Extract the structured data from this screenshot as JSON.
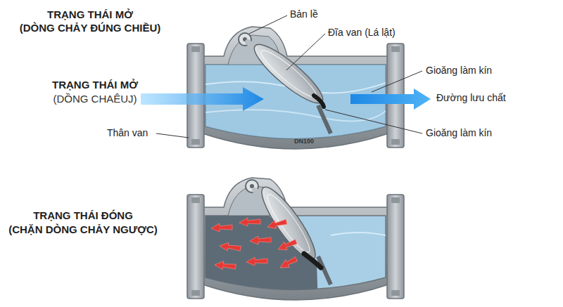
{
  "diagram": {
    "labels": [
      "TRẠNG THÁI MỞ",
      "(DÒNG CHẢY ĐÚNG CHIỀU)",
      "Bản lề",
      "Đĩa van (Lá lật)",
      "Gioăng làm kín",
      "TRẠNG THÁI MỞ",
      "(DỒNG CHAÊUJ)",
      "Đường lưu chất",
      "Thân van",
      "Gioăng làm kín",
      "DN100",
      "TRẠNG THÁI ĐÓNG",
      "(CHẶN DÒNG CHẢY NGƯỢC)"
    ]
  }
}
